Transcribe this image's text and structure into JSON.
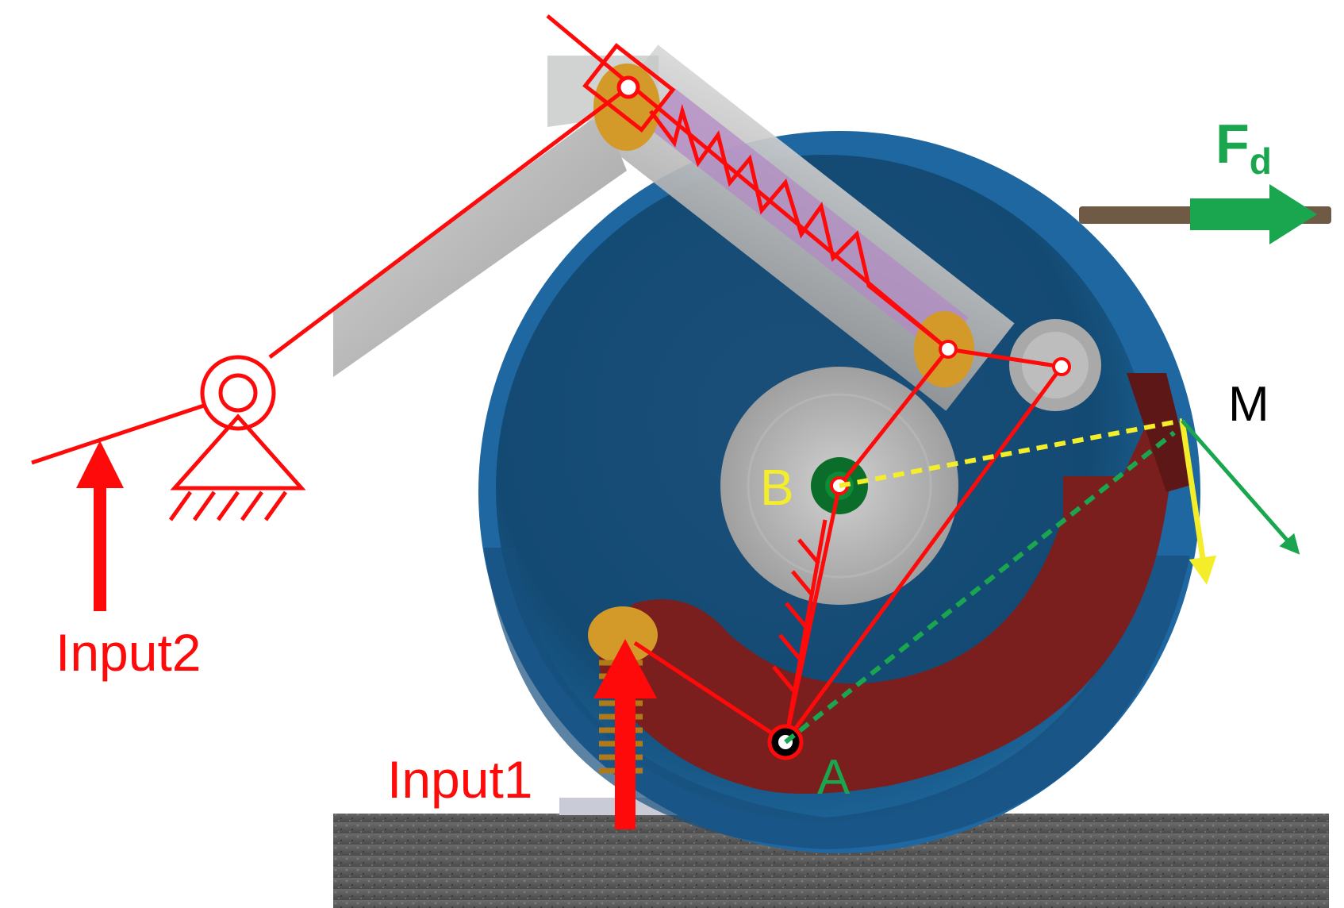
{
  "labels": {
    "input1": "Input1",
    "input2": "Input2",
    "point_a": "A",
    "point_b": "B",
    "moment": "M",
    "force_main": "F",
    "force_sub": "d"
  },
  "colors": {
    "mechanism": "#ff0a0a",
    "drum": "#1b5f91",
    "drum_inner": "#0f3f66",
    "brake_shoe": "#7b1e1e",
    "ground": "#5a5a5a",
    "force_arrow": "#1aa64f",
    "lever_line": "#f4ee2a",
    "green_line": "#1aa64f",
    "label_yellow": "#f4ee2a",
    "label_green": "#1aa64f"
  },
  "icons": {
    "fixed_support": "ground-pivot-icon",
    "spring": "spring-icon",
    "slider": "slider-block-icon"
  }
}
